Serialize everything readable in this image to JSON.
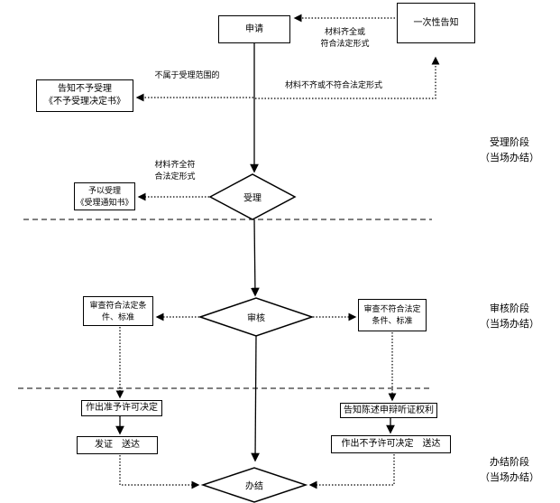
{
  "diagram": {
    "nodes": {
      "apply": "申请",
      "one_time_notice": "一次性告知",
      "reject_notice": "告知不予受理\n《不予受理决定书》",
      "accept_notice": "予以受理\n《受理通知书》",
      "accept_diamond": "受理",
      "review_diamond": "审核",
      "review_pass": "审查符合法定条\n件、标准",
      "review_fail": "审查不符合法定\n条件、标准",
      "grant_decision": "作出准予许可决定",
      "issue_deliver": "发证　送达",
      "notify_rights": "告知陈述申辩听证权利",
      "deny_decision": "作出不予许可决定　送达",
      "finish_diamond": "办结"
    },
    "edge_labels": {
      "complete_or_legal": "材料齐全或\n符合法定形式",
      "not_in_scope": "不属于受理范围的",
      "incomplete_or_illegal": "材料不齐或不符合法定形式",
      "complete_legal_form": "材料齐全符\n合法定形式"
    },
    "stages": {
      "accept": "受理阶段\n（当场办结）",
      "review": "审核阶段\n（当场办结）",
      "finish": "办结阶段\n（当场办结）"
    },
    "colors": {
      "line": "#000000",
      "background": "#ffffff"
    }
  }
}
